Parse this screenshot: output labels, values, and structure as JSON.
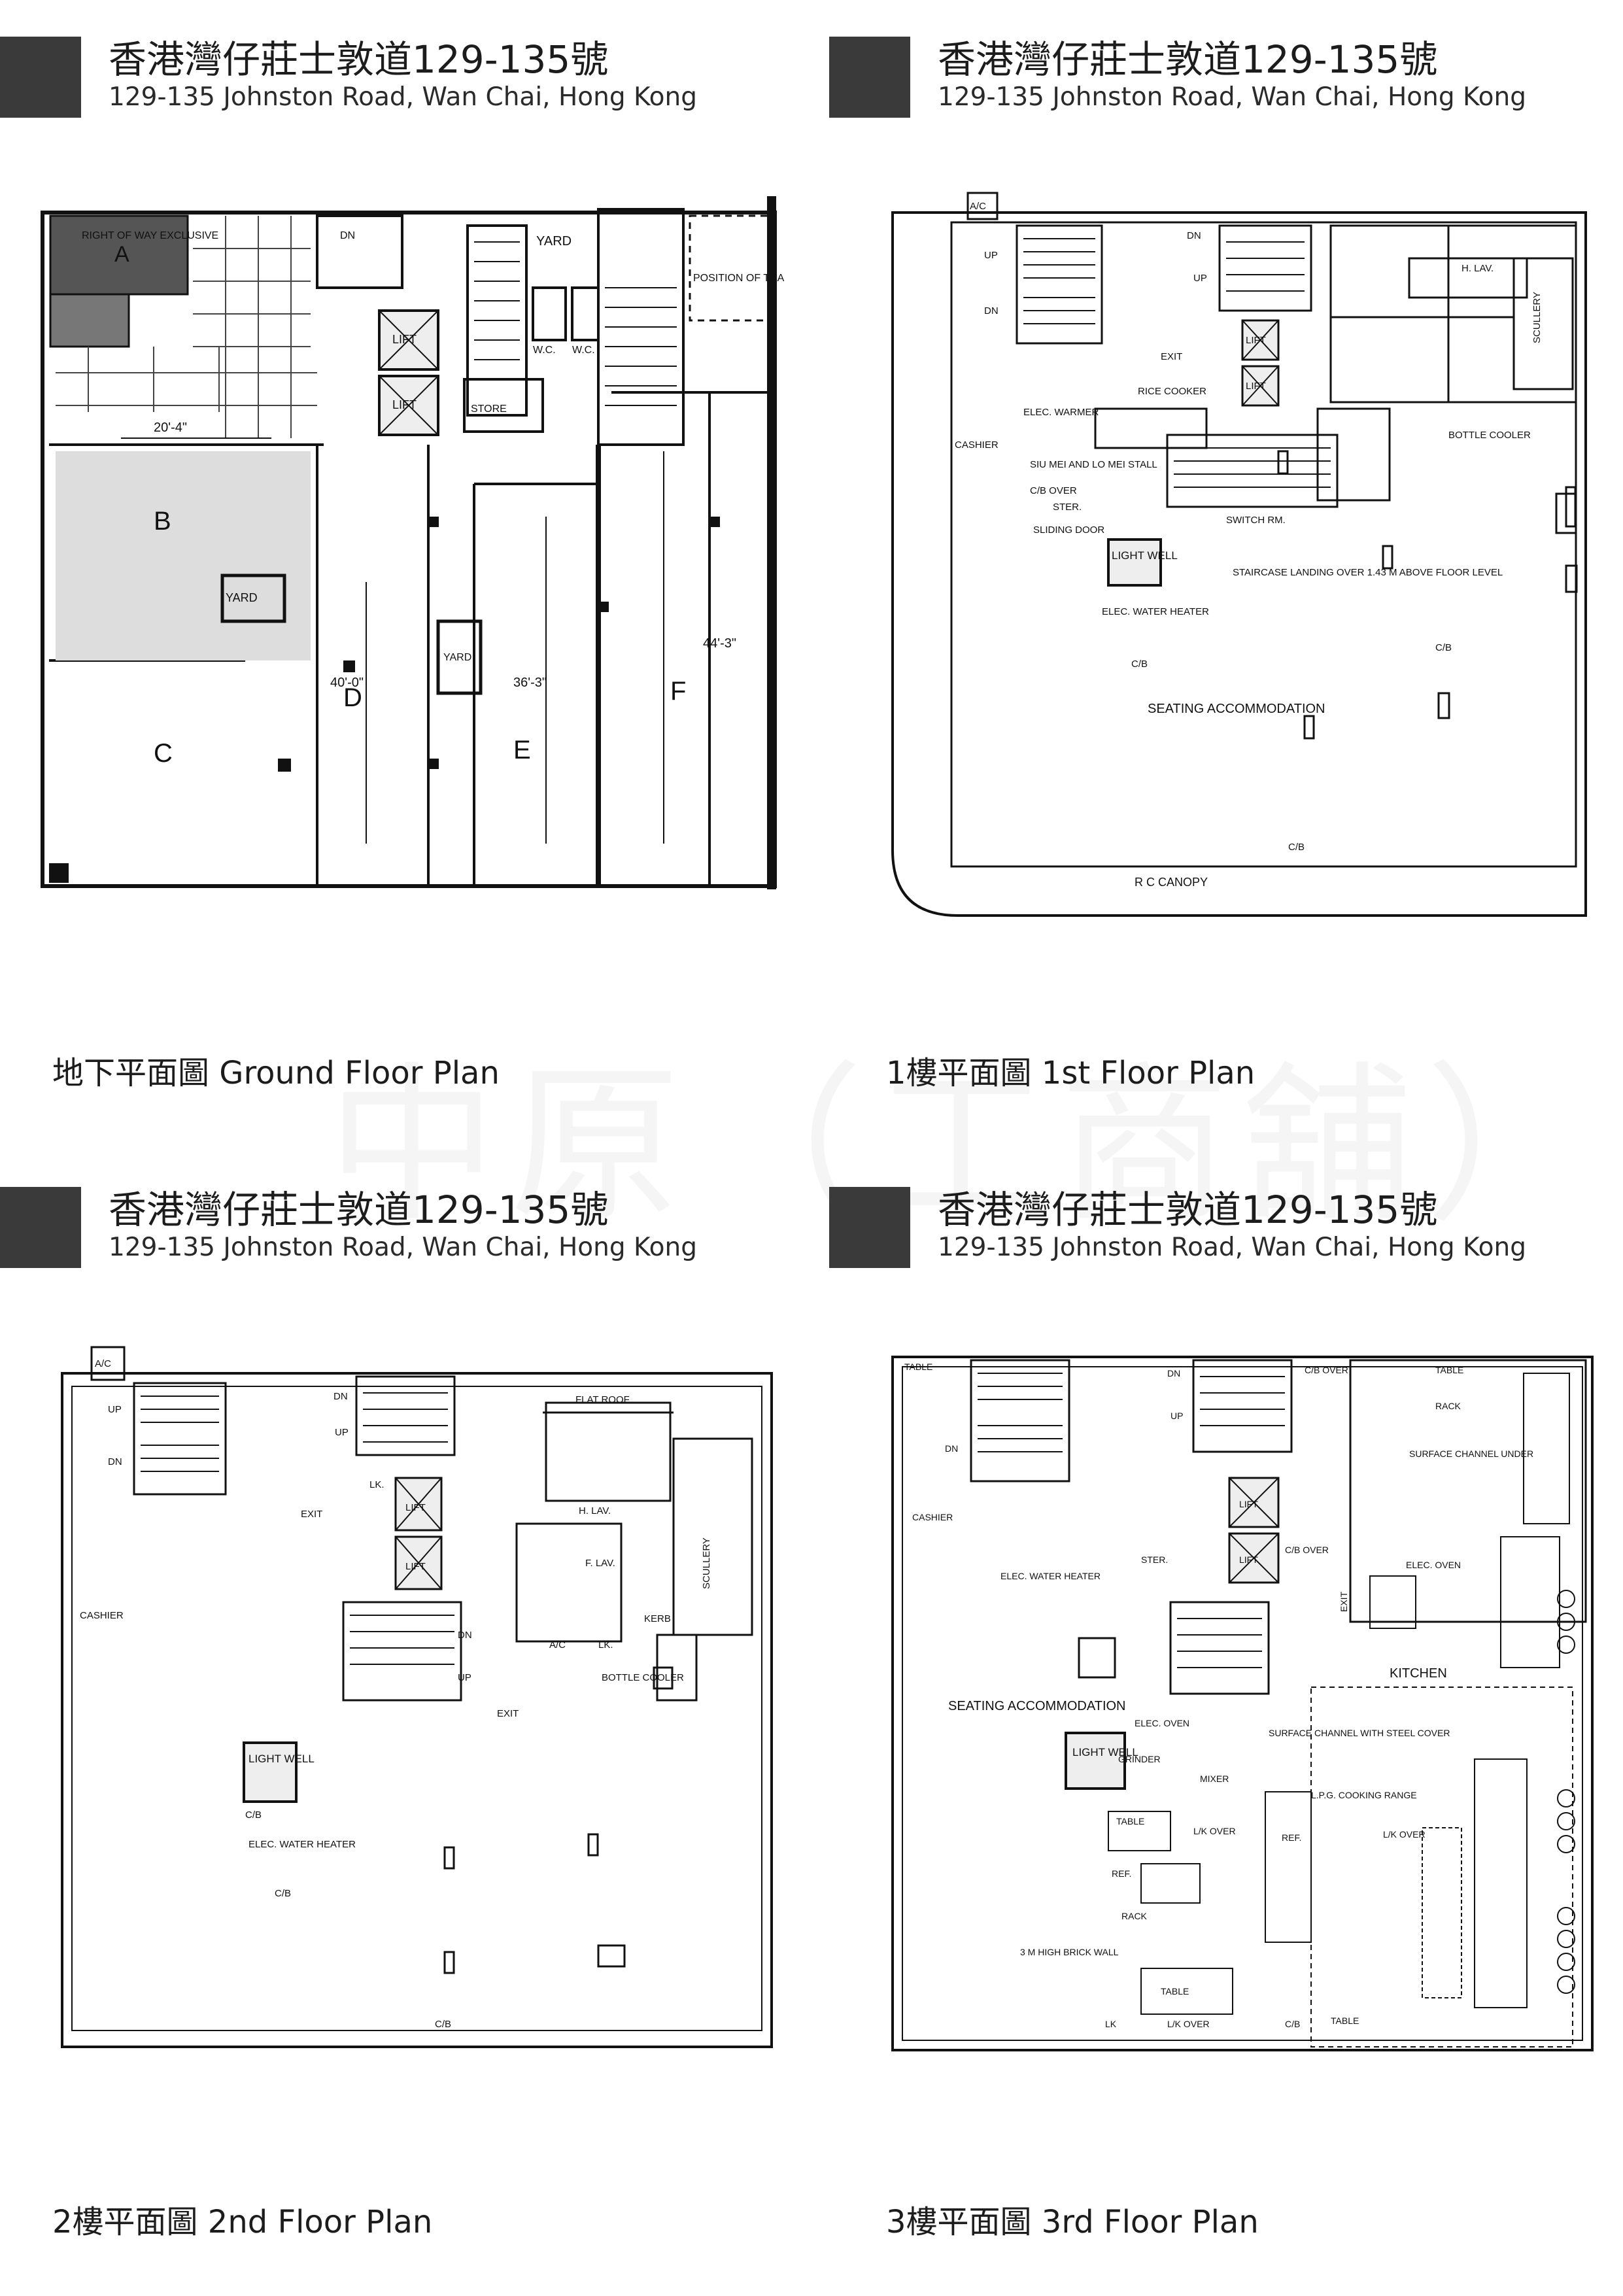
{
  "listing": {
    "address_zh": "香港灣仔莊士敦道129-135號",
    "address_en": "129-135 Johnston Road, Wan Chai, Hong Kong"
  },
  "plans": [
    {
      "caption": "地下平面圖 Ground Floor Plan",
      "labels": {
        "right_of_way": "RIGHT OF WAY EXCLUSIVE",
        "yard": "YARD",
        "wc": "W.C.",
        "lift": "LIFT",
        "store": "STORE",
        "transformer": "POSITION OF TRANSFORMER RM.",
        "dim_width": "20'-4\"",
        "dim_d": "40'-0\"",
        "dim_e": "36'-3\"",
        "dim_f": "44'-3\"",
        "unit_a": "A",
        "unit_b": "B",
        "unit_c": "C",
        "unit_d": "D",
        "unit_e": "E",
        "unit_f": "F",
        "dn": "DN"
      }
    },
    {
      "caption": "1樓平面圖 1st Floor Plan",
      "labels": {
        "ac": "A/C",
        "up": "UP",
        "dn": "DN",
        "exit": "EXIT",
        "lift": "LIFT",
        "rice_cooker": "RICE COOKER",
        "elec_warmer": "ELEC. WARMER",
        "cashier": "CASHIER",
        "siu_mei": "SIU MEI AND LO MEI STALL",
        "cb_over": "C/B OVER",
        "ster": "STER.",
        "sliding_door": "SLIDING DOOR",
        "light_well": "LIGHT WELL",
        "elec_water_heater": "ELEC. WATER HEATER",
        "switch_rm": "SWITCH RM.",
        "staircase_landing": "STAIRCASE LANDING OVER 1.43 M ABOVE FLOOR LEVEL",
        "bottle_cooler": "BOTTLE COOLER",
        "scullery": "SCULLERY",
        "h_lav": "H. LAV.",
        "seating": "SEATING ACCOMMODATION",
        "canopy": "R C CANOPY",
        "cb": "C/B"
      }
    },
    {
      "caption": "2樓平面圖 2nd Floor Plan",
      "labels": {
        "ac": "A/C",
        "up": "UP",
        "dn": "DN",
        "exit": "EXIT",
        "lk": "LK.",
        "lift": "LIFT",
        "flat_roof": "FLAT ROOF",
        "h_lav": "H. LAV.",
        "f_lav": "F. LAV.",
        "scullery": "SCULLERY",
        "kerb": "KERB",
        "bottle_cooler": "BOTTLE COOLER",
        "cashier": "CASHIER",
        "light_well": "LIGHT WELL",
        "cb": "C/B",
        "elec_water_heater": "ELEC. WATER HEATER"
      }
    },
    {
      "caption": "3樓平面圖 3rd Floor Plan",
      "labels": {
        "table": "TABLE",
        "dn": "DN",
        "up": "UP",
        "cb_over": "C/B OVER",
        "rack": "RACK",
        "cashier": "CASHIER",
        "surface_channel_under": "SURFACE CHANNEL UNDER",
        "elec_oven": "ELEC. OVEN",
        "elec_water_heater": "ELEC. WATER HEATER",
        "ster": "STER.",
        "lift": "LIFT",
        "kitchen": "KITCHEN",
        "seating": "SEATING ACCOMMODATION",
        "light_well": "LIGHT WELL",
        "grinder": "GRINDER",
        "mixer": "MIXER",
        "surface_channel_cover": "SURFACE CHANNEL WITH STEEL COVER",
        "lpg_range": "L.P.G. COOKING RANGE",
        "lk_over": "L/K OVER",
        "ref": "REF.",
        "brick_wall": "3 M HIGH BRICK WALL",
        "lk": "LK",
        "cb": "C/B",
        "exit": "EXIT"
      }
    }
  ]
}
